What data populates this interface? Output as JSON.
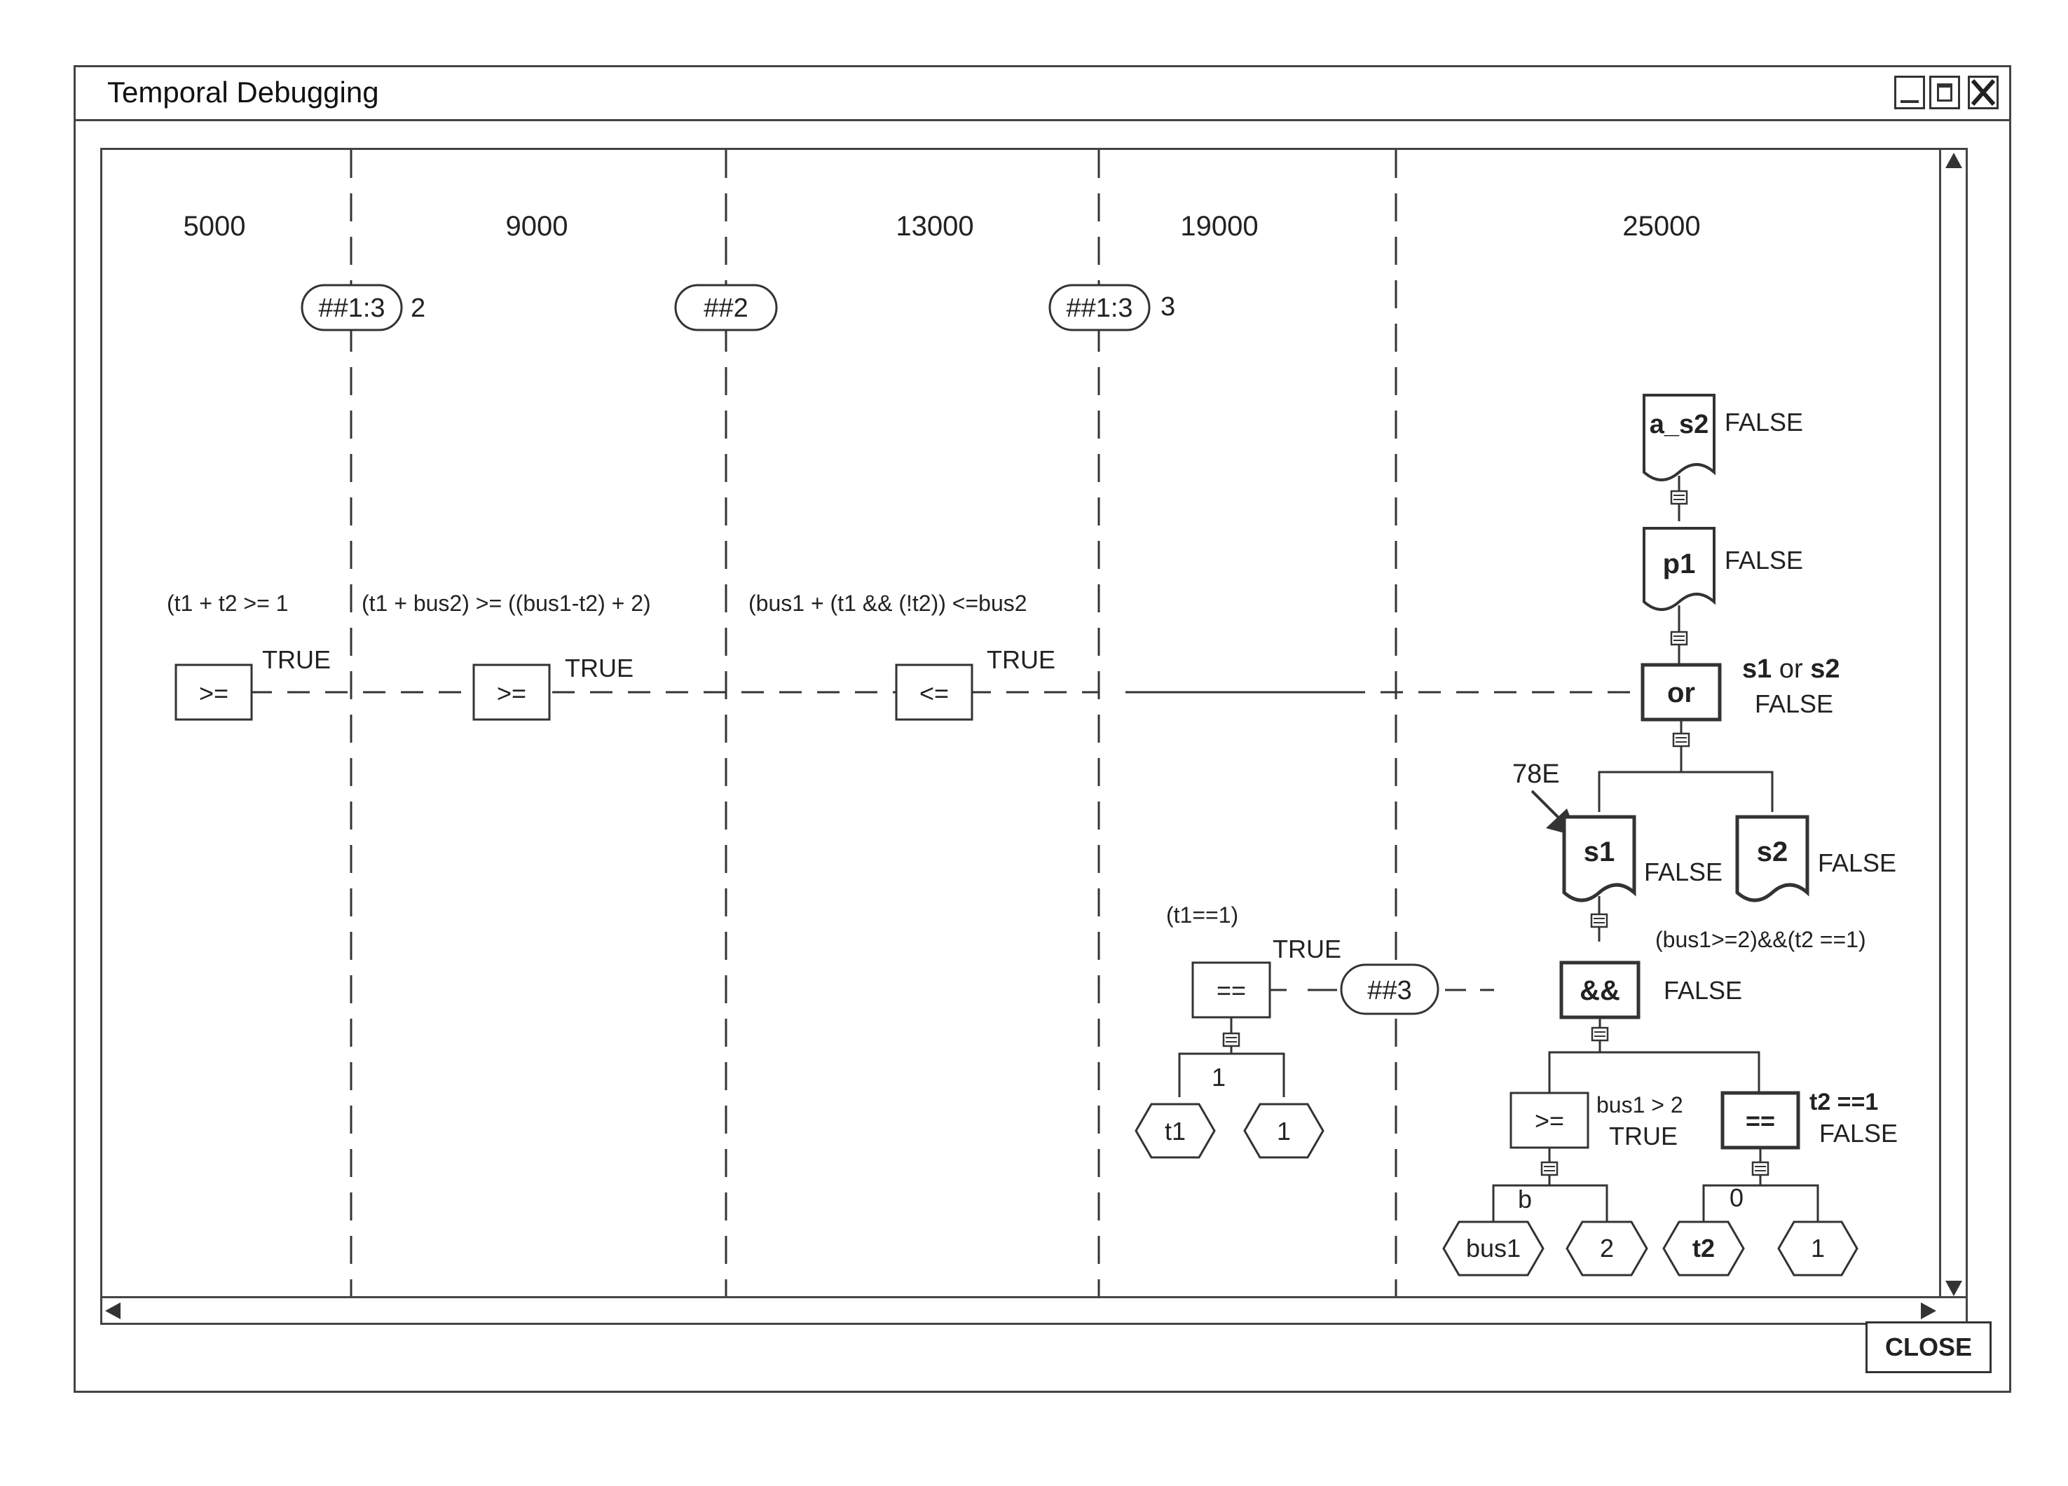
{
  "window": {
    "title": "Temporal Debugging",
    "close_label": "CLOSE"
  },
  "timeline": {
    "times": [
      "5000",
      "9000",
      "13000",
      "19000",
      "25000"
    ],
    "delays": [
      {
        "label": "##1:3",
        "count": "2"
      },
      {
        "label": "##2",
        "count": ""
      },
      {
        "label": "##1:3",
        "count": "3"
      }
    ]
  },
  "expressions": [
    {
      "text": "(t1 + t2 >= 1",
      "op": ">=",
      "result": "TRUE"
    },
    {
      "text": "(t1 + bus2) >= ((bus1-t2) + 2)",
      "op": ">=",
      "result": "TRUE"
    },
    {
      "text": "(bus1 + (t1 && (!t2)) <=bus2",
      "op": "<=",
      "result": "TRUE"
    }
  ],
  "eq_tree": {
    "expr": "(t1==1)",
    "op": "==",
    "result": "TRUE",
    "value": "1",
    "leaves": [
      "t1",
      "1"
    ],
    "delay": "##3"
  },
  "right_tree": {
    "a_s2": {
      "label": "a_s2",
      "result": "FALSE"
    },
    "p1": {
      "label": "p1",
      "result": "FALSE"
    },
    "or_node": {
      "label": "or",
      "s1": "s1",
      "mid": " or ",
      "s2": "s2",
      "result": "FALSE"
    },
    "ref_label": "78E",
    "s1": {
      "label": "s1",
      "result": "FALSE"
    },
    "s2": {
      "label": "s2",
      "result": "FALSE"
    },
    "and_node": {
      "label": "&&",
      "expr": "(bus1>=2)&&(t2 ==1)",
      "result": "FALSE"
    },
    "ge_node": {
      "label": ">=",
      "expr": "bus1 > 2",
      "result": "TRUE",
      "value": "b",
      "leaves": [
        "bus1",
        "2"
      ]
    },
    "eqq_node": {
      "label": "==",
      "expr": "t2 ==1",
      "result": "FALSE",
      "value": "0",
      "leaves": [
        "t2",
        "1"
      ]
    }
  }
}
